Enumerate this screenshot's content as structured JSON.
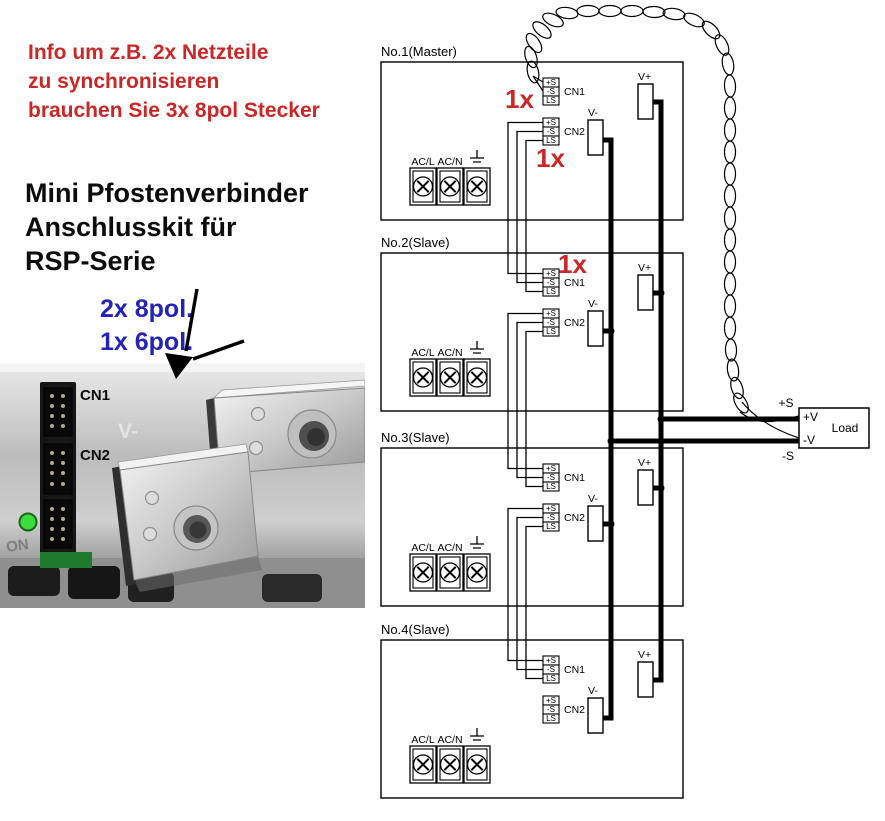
{
  "info_note": {
    "color": "#cc2626",
    "lines": [
      "Info um z.B. 2x Netzteile",
      "zu synchronisieren",
      "brauchen Sie 3x 8pol Stecker"
    ]
  },
  "kit_note": {
    "color": "#0d0d0d",
    "lines": [
      "Mini Pfostenverbinder",
      "Anschlusskit für",
      "RSP-Serie"
    ]
  },
  "kit_contents": {
    "color": "#2323bb",
    "lines": [
      "2x 8pol.",
      "1x 6pol."
    ]
  },
  "photo": {
    "cn1": "CN1",
    "cn2": "CN2",
    "v_minus": "V-",
    "on_label": "ON"
  },
  "diagram": {
    "qty": "1x",
    "qty_color": "#cc2626",
    "pins": [
      "+S",
      "-S",
      "LS"
    ],
    "cn1": "CN1",
    "cn2": "CN2",
    "v_plus": "V+",
    "v_minus": "V-",
    "ac_l": "AC/L",
    "ac_n": "AC/N",
    "units": [
      {
        "name": "No.1(Master)"
      },
      {
        "name": "No.2(Slave)"
      },
      {
        "name": "No.3(Slave)"
      },
      {
        "name": "No.4(Slave)"
      }
    ],
    "load": {
      "label": "Load",
      "plus_v": "+V",
      "minus_v": "-V",
      "plus_s": "+S",
      "minus_s": "-S"
    }
  }
}
